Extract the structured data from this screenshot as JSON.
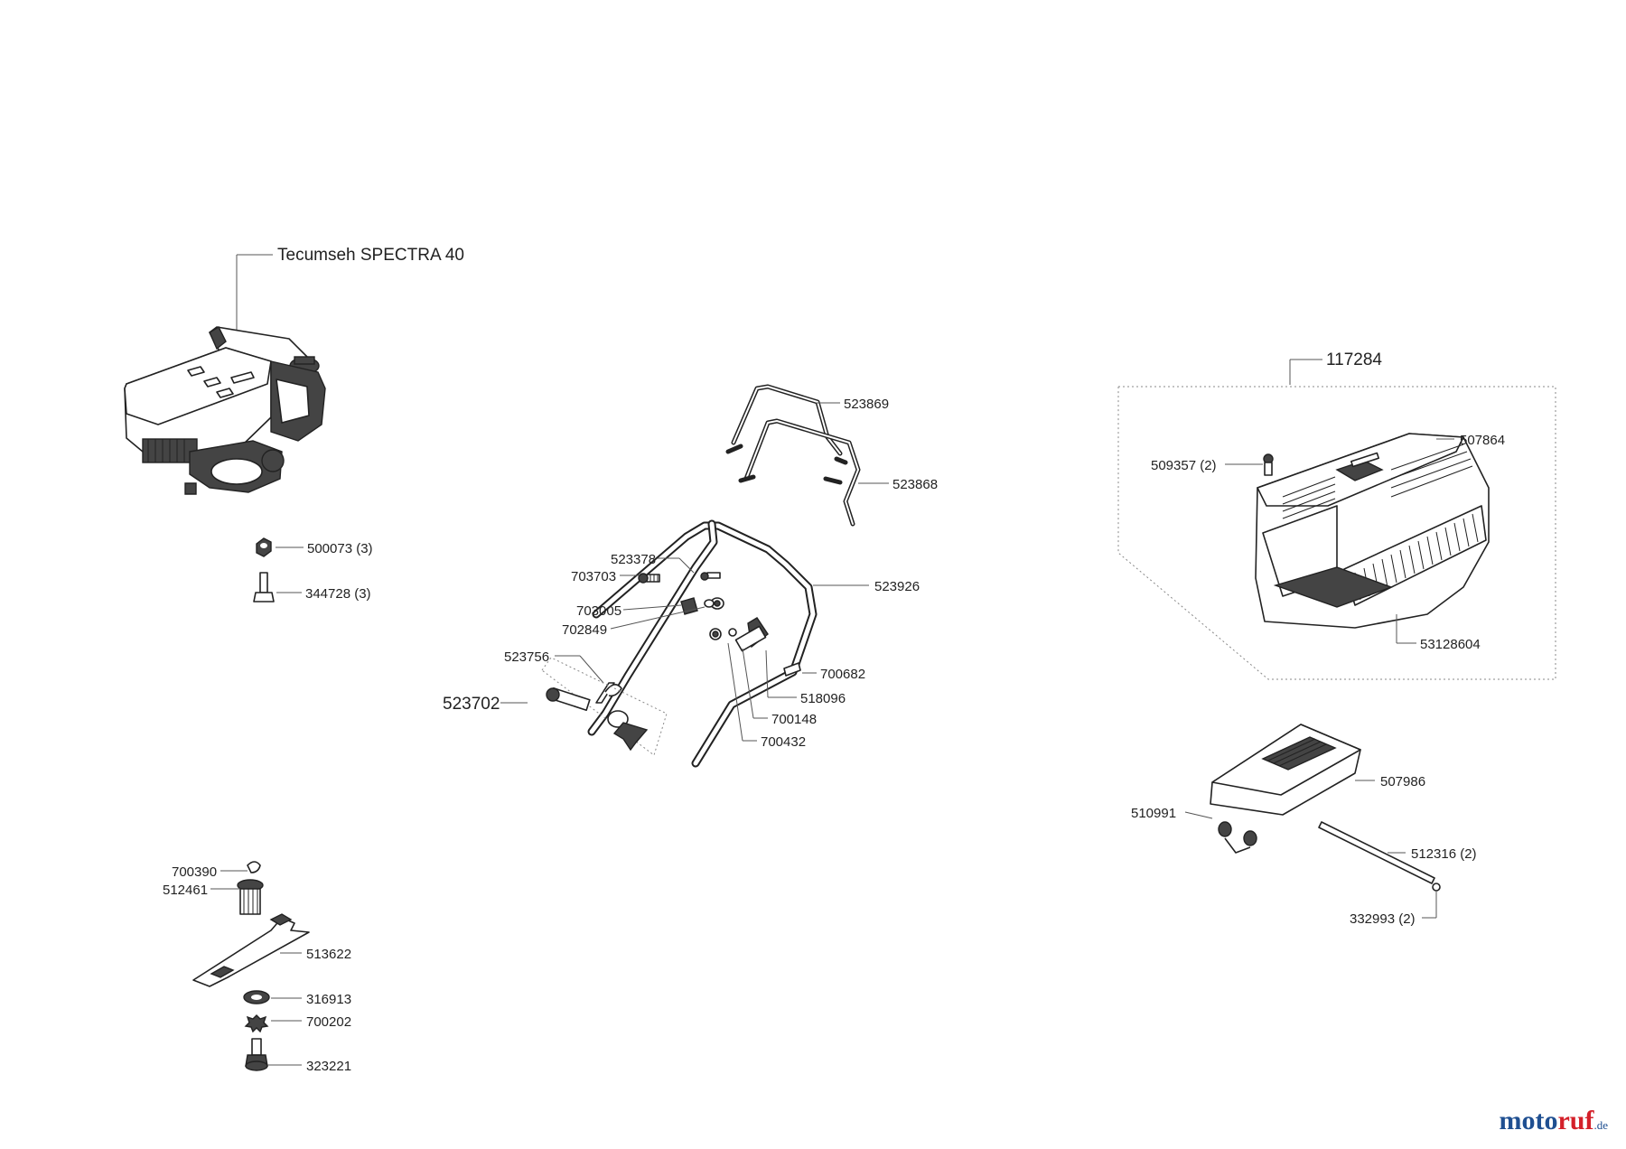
{
  "engine": {
    "label": "Tecumseh SPECTRA 40"
  },
  "parts": {
    "p500073": "500073 (3)",
    "p344728": "344728 (3)",
    "p700390": "700390",
    "p512461": "512461",
    "p513622": "513622",
    "p316913": "316913",
    "p700202": "700202",
    "p323221": "323221",
    "p523869": "523869",
    "p523868": "523868",
    "p523378": "523378",
    "p703703": "703703",
    "p523926": "523926",
    "p703005": "703005",
    "p702849": "702849",
    "p523756": "523756",
    "p700682": "700682",
    "p518096": "518096",
    "p523702": "523702",
    "p700148": "700148",
    "p700432": "700432",
    "p117284": "117284",
    "p509357": "509357 (2)",
    "p507864": "507864",
    "p53128604": "53128604",
    "p507986": "507986",
    "p510991": "510991",
    "p512316": "512316 (2)",
    "p332993": "332993 (2)"
  },
  "brand": {
    "part1": "moto",
    "part2": "ruf",
    "part3": ".de"
  }
}
